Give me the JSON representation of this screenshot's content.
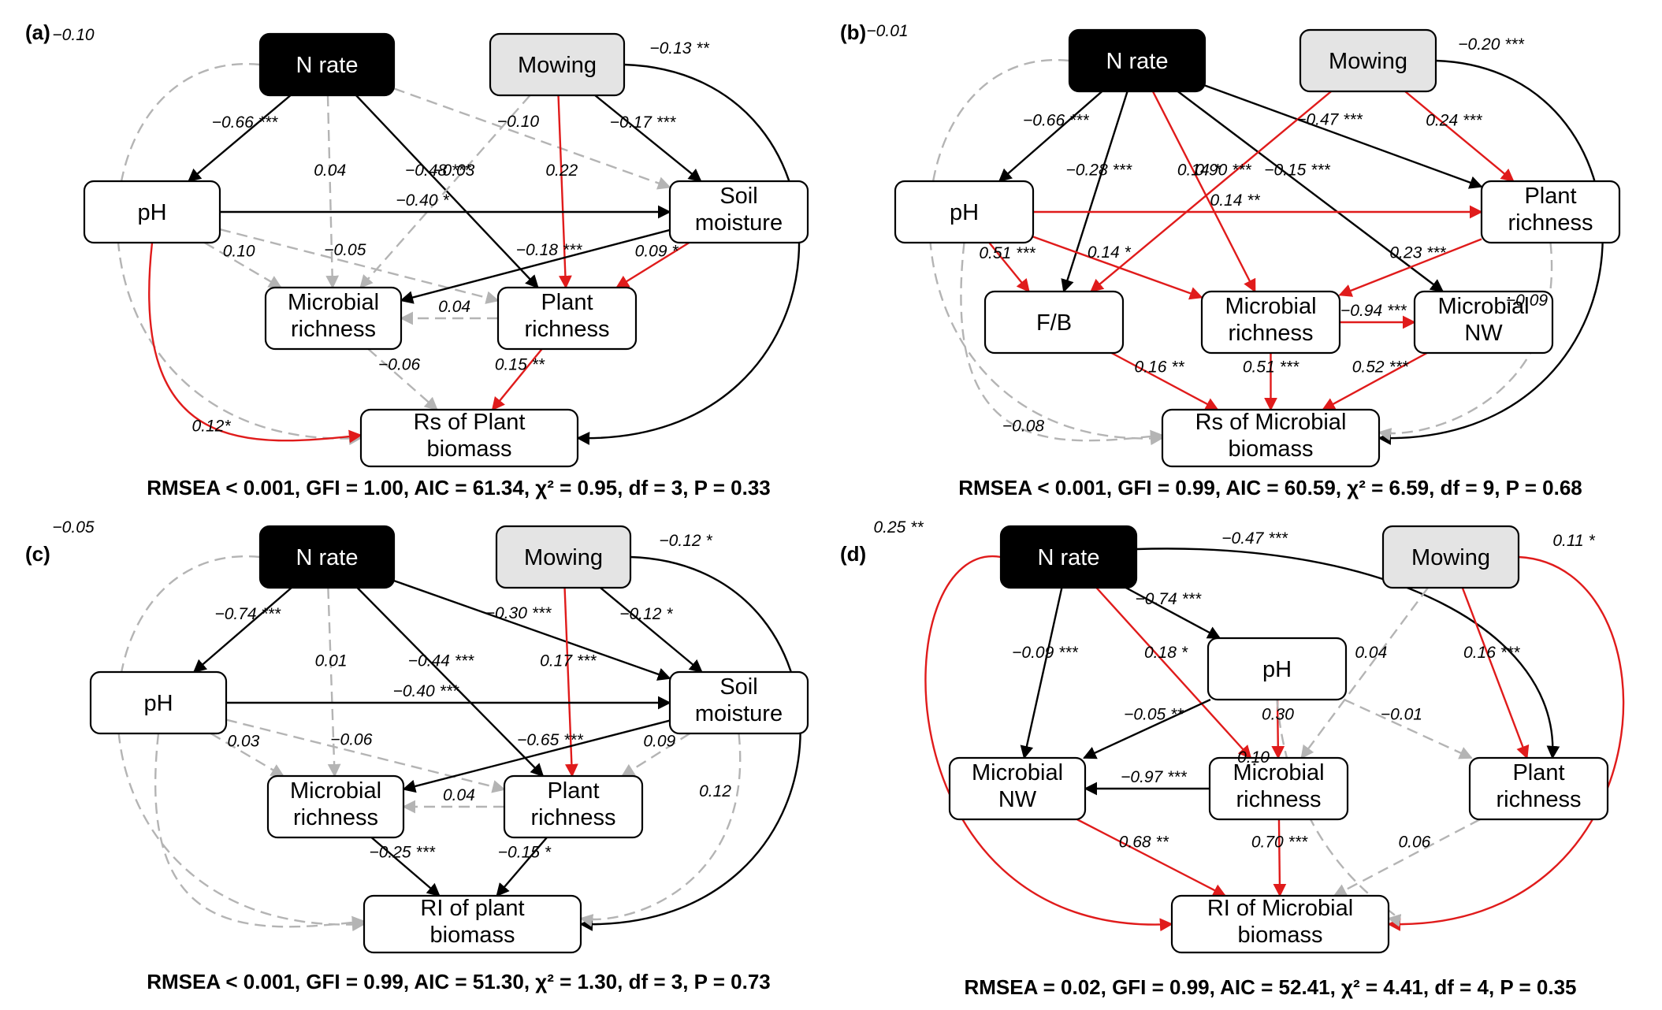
{
  "colors": {
    "positive": "#e01b1b",
    "negative": "#000000",
    "nonsig": "#b4b4b4"
  },
  "panels": [
    {
      "label": "(a)",
      "fit": "RMSEA < 0.001, GFI = 1.00, AIC = 61.34, χ² = 0.95, df = 3, P = 0.33",
      "nodes": [
        {
          "id": "N",
          "text": [
            "N rate"
          ],
          "style": "black"
        },
        {
          "id": "M",
          "text": [
            "Mowing"
          ],
          "style": "gray"
        },
        {
          "id": "pH",
          "text": [
            "pH"
          ],
          "style": "white"
        },
        {
          "id": "SM",
          "text": [
            "Soil",
            "moisture"
          ],
          "style": "white"
        },
        {
          "id": "MR",
          "text": [
            "Microbial",
            "richness"
          ],
          "style": "white"
        },
        {
          "id": "PR",
          "text": [
            "Plant",
            "richness"
          ],
          "style": "white"
        },
        {
          "id": "T",
          "text": [
            "Rs of Plant",
            "biomass"
          ],
          "style": "white"
        }
      ],
      "edges": [
        {
          "from": "N",
          "to": "pH",
          "label": "−0.66 ***",
          "color": "black"
        },
        {
          "from": "N",
          "to": "MR",
          "label": "0.04",
          "color": "gray",
          "dashed": true
        },
        {
          "from": "N",
          "to": "PR",
          "label": "−0.48 ***",
          "color": "black"
        },
        {
          "from": "N",
          "to": "SM",
          "label": "−0.10",
          "color": "gray",
          "dashed": true
        },
        {
          "from": "N",
          "to": "T",
          "label": "−0.10",
          "color": "gray",
          "dashed": true,
          "curve": "left"
        },
        {
          "from": "M",
          "to": "PR",
          "label": "0.22",
          "color": "red"
        },
        {
          "from": "M",
          "to": "SM",
          "label": "−0.17 ***",
          "color": "black"
        },
        {
          "from": "M",
          "to": "MR",
          "label": "−0.03",
          "color": "gray",
          "dashed": true
        },
        {
          "from": "M",
          "to": "T",
          "label": "−0.13 **",
          "color": "black",
          "curve": "right"
        },
        {
          "from": "pH",
          "to": "SM",
          "label": "−0.40 *",
          "color": "black"
        },
        {
          "from": "pH",
          "to": "PR",
          "label": "−0.05",
          "color": "gray",
          "dashed": true
        },
        {
          "from": "pH",
          "to": "MR",
          "label": "0.10",
          "color": "gray",
          "dashed": true
        },
        {
          "from": "pH",
          "to": "T",
          "label": "0.12*",
          "color": "red",
          "curve": "down"
        },
        {
          "from": "SM",
          "to": "MR",
          "label": "−0.18 ***",
          "color": "black"
        },
        {
          "from": "SM",
          "to": "PR",
          "label": "0.09 *",
          "color": "red"
        },
        {
          "from": "PR",
          "to": "MR",
          "label": "0.04",
          "color": "gray",
          "dashed": true
        },
        {
          "from": "PR",
          "to": "T",
          "label": "0.15 **",
          "color": "red"
        },
        {
          "from": "MR",
          "to": "T",
          "label": "−0.06",
          "color": "gray",
          "dashed": true
        }
      ]
    },
    {
      "label": "(b)",
      "fit": "RMSEA < 0.001, GFI = 0.99, AIC = 60.59, χ² = 6.59, df = 9, P = 0.68",
      "nodes": [
        {
          "id": "N",
          "text": [
            "N rate"
          ],
          "style": "black"
        },
        {
          "id": "M",
          "text": [
            "Mowing"
          ],
          "style": "gray"
        },
        {
          "id": "pH",
          "text": [
            "pH"
          ],
          "style": "white"
        },
        {
          "id": "PR",
          "text": [
            "Plant",
            "richness"
          ],
          "style": "white"
        },
        {
          "id": "FB",
          "text": [
            "F/B"
          ],
          "style": "white"
        },
        {
          "id": "MR",
          "text": [
            "Microbial",
            "richness"
          ],
          "style": "white"
        },
        {
          "id": "NW",
          "text": [
            "Microbial",
            "NW"
          ],
          "style": "white"
        },
        {
          "id": "T",
          "text": [
            "Rs of Microbial",
            "biomass"
          ],
          "style": "white"
        }
      ],
      "edges": [
        {
          "from": "N",
          "to": "pH",
          "label": "−0.66 ***",
          "color": "black"
        },
        {
          "from": "N",
          "to": "FB",
          "label": "−0.28 ***",
          "color": "black"
        },
        {
          "from": "N",
          "to": "MR",
          "label": "0.14 *",
          "color": "red"
        },
        {
          "from": "N",
          "to": "NW",
          "label": "−0.15 ***",
          "color": "black"
        },
        {
          "from": "N",
          "to": "PR",
          "label": "−0.47 ***",
          "color": "black"
        },
        {
          "from": "N",
          "to": "T",
          "label": "−0.01",
          "color": "gray",
          "dashed": true,
          "curve": "left"
        },
        {
          "from": "M",
          "to": "FB",
          "label": "0.90 ***",
          "color": "red"
        },
        {
          "from": "M",
          "to": "PR",
          "label": "0.24 ***",
          "color": "red"
        },
        {
          "from": "M",
          "to": "T",
          "label": "−0.20 ***",
          "color": "black",
          "curve": "right"
        },
        {
          "from": "pH",
          "to": "PR",
          "label": "0.14 **",
          "color": "red"
        },
        {
          "from": "pH",
          "to": "FB",
          "label": "0.51 ***",
          "color": "red"
        },
        {
          "from": "pH",
          "to": "MR",
          "label": "0.14 *",
          "color": "red"
        },
        {
          "from": "pH",
          "to": "T",
          "label": "−0.08",
          "color": "gray",
          "dashed": true,
          "curve": "down"
        },
        {
          "from": "PR",
          "to": "MR",
          "label": "0.23 ***",
          "color": "red"
        },
        {
          "from": "PR",
          "to": "T",
          "label": "−0.09",
          "color": "gray",
          "dashed": true,
          "curve": "downright"
        },
        {
          "from": "MR",
          "to": "NW",
          "label": "−0.94 ***",
          "color": "red"
        },
        {
          "from": "MR",
          "to": "T",
          "label": "0.51 ***",
          "color": "red"
        },
        {
          "from": "FB",
          "to": "T",
          "label": "0.16 **",
          "color": "red"
        },
        {
          "from": "NW",
          "to": "T",
          "label": "0.52 ***",
          "color": "red"
        }
      ]
    },
    {
      "label": "(c)",
      "fit": "RMSEA < 0.001, GFI = 0.99, AIC = 51.30, χ² = 1.30, df = 3, P = 0.73",
      "nodes": [
        {
          "id": "N",
          "text": [
            "N rate"
          ],
          "style": "black"
        },
        {
          "id": "M",
          "text": [
            "Mowing"
          ],
          "style": "gray"
        },
        {
          "id": "pH",
          "text": [
            "pH"
          ],
          "style": "white"
        },
        {
          "id": "SM",
          "text": [
            "Soil",
            "moisture"
          ],
          "style": "white"
        },
        {
          "id": "MR",
          "text": [
            "Microbial",
            "richness"
          ],
          "style": "white"
        },
        {
          "id": "PR",
          "text": [
            "Plant",
            "richness"
          ],
          "style": "white"
        },
        {
          "id": "T",
          "text": [
            "RI of plant",
            "biomass"
          ],
          "style": "white"
        }
      ],
      "edges": [
        {
          "from": "N",
          "to": "pH",
          "label": "−0.74 ***",
          "color": "black"
        },
        {
          "from": "N",
          "to": "MR",
          "label": "0.01",
          "color": "gray",
          "dashed": true
        },
        {
          "from": "N",
          "to": "PR",
          "label": "−0.44 ***",
          "color": "black"
        },
        {
          "from": "N",
          "to": "SM",
          "label": "−0.30 ***",
          "color": "black"
        },
        {
          "from": "N",
          "to": "T",
          "label": "−0.05",
          "color": "gray",
          "dashed": true,
          "curve": "left"
        },
        {
          "from": "M",
          "to": "PR",
          "label": "0.17 ***",
          "color": "red"
        },
        {
          "from": "M",
          "to": "SM",
          "label": "−0.12 *",
          "color": "black"
        },
        {
          "from": "M",
          "to": "T",
          "label": "−0.12 *",
          "color": "black",
          "curve": "right"
        },
        {
          "from": "pH",
          "to": "SM",
          "label": "−0.40 ***",
          "color": "black"
        },
        {
          "from": "pH",
          "to": "PR",
          "label": "−0.06",
          "color": "gray",
          "dashed": true
        },
        {
          "from": "pH",
          "to": "MR",
          "label": "0.03",
          "color": "gray",
          "dashed": true
        },
        {
          "from": "pH",
          "to": "T",
          "label": "",
          "color": "gray",
          "dashed": true,
          "curve": "down"
        },
        {
          "from": "SM",
          "to": "MR",
          "label": "−0.65 ***",
          "color": "black"
        },
        {
          "from": "SM",
          "to": "PR",
          "label": "0.09",
          "color": "gray",
          "dashed": true
        },
        {
          "from": "SM",
          "to": "T",
          "label": "0.12",
          "color": "gray",
          "dashed": true,
          "curve": "downright"
        },
        {
          "from": "PR",
          "to": "MR",
          "label": "0.04",
          "color": "gray",
          "dashed": true
        },
        {
          "from": "PR",
          "to": "T",
          "label": "−0.15 *",
          "color": "black"
        },
        {
          "from": "MR",
          "to": "T",
          "label": "−0.25 ***",
          "color": "black"
        }
      ]
    },
    {
      "label": "(d)",
      "fit": "RMSEA = 0.02, GFI = 0.99, AIC = 52.41, χ² = 4.41, df = 4, P = 0.35",
      "nodes": [
        {
          "id": "N",
          "text": [
            "N rate"
          ],
          "style": "black"
        },
        {
          "id": "M",
          "text": [
            "Mowing"
          ],
          "style": "gray"
        },
        {
          "id": "pH",
          "text": [
            "pH"
          ],
          "style": "white"
        },
        {
          "id": "NW",
          "text": [
            "Microbial",
            "NW"
          ],
          "style": "white"
        },
        {
          "id": "MR",
          "text": [
            "Microbial",
            "richness"
          ],
          "style": "white"
        },
        {
          "id": "PR",
          "text": [
            "Plant",
            "richness"
          ],
          "style": "white"
        },
        {
          "id": "T",
          "text": [
            "RI of Microbial",
            "biomass"
          ],
          "style": "white"
        }
      ],
      "edges": [
        {
          "from": "N",
          "to": "pH",
          "label": "−0.74 ***",
          "color": "black"
        },
        {
          "from": "N",
          "to": "NW",
          "label": "−0.09 ***",
          "color": "black"
        },
        {
          "from": "N",
          "to": "MR",
          "label": "0.18 *",
          "color": "red"
        },
        {
          "from": "N",
          "to": "PR",
          "label": "−0.47 ***",
          "color": "black",
          "curve": "rightnarrow"
        },
        {
          "from": "N",
          "to": "T",
          "label": "0.25 **",
          "color": "red",
          "curve": "left"
        },
        {
          "from": "M",
          "to": "PR",
          "label": "0.16 ***",
          "color": "red"
        },
        {
          "from": "M",
          "to": "MR",
          "label": "0.04",
          "color": "gray",
          "dashed": true
        },
        {
          "from": "M",
          "to": "T",
          "label": "0.11 *",
          "color": "red",
          "curve": "right"
        },
        {
          "from": "pH",
          "to": "NW",
          "label": "−0.05 **",
          "color": "black"
        },
        {
          "from": "pH",
          "to": "MR",
          "label": "0.30",
          "color": "red"
        },
        {
          "from": "pH",
          "to": "PR",
          "label": "−0.01",
          "color": "gray",
          "dashed": true
        },
        {
          "from": "pH",
          "to": "T",
          "label": "0.10",
          "color": "gray",
          "dashed": true,
          "curve": "downright"
        },
        {
          "from": "MR",
          "to": "NW",
          "label": "−0.97 ***",
          "color": "black"
        },
        {
          "from": "MR",
          "to": "T",
          "label": "0.70 ***",
          "color": "red"
        },
        {
          "from": "NW",
          "to": "T",
          "label": "0.68 **",
          "color": "red"
        },
        {
          "from": "PR",
          "to": "T",
          "label": "0.06",
          "color": "gray",
          "dashed": true
        }
      ]
    }
  ]
}
